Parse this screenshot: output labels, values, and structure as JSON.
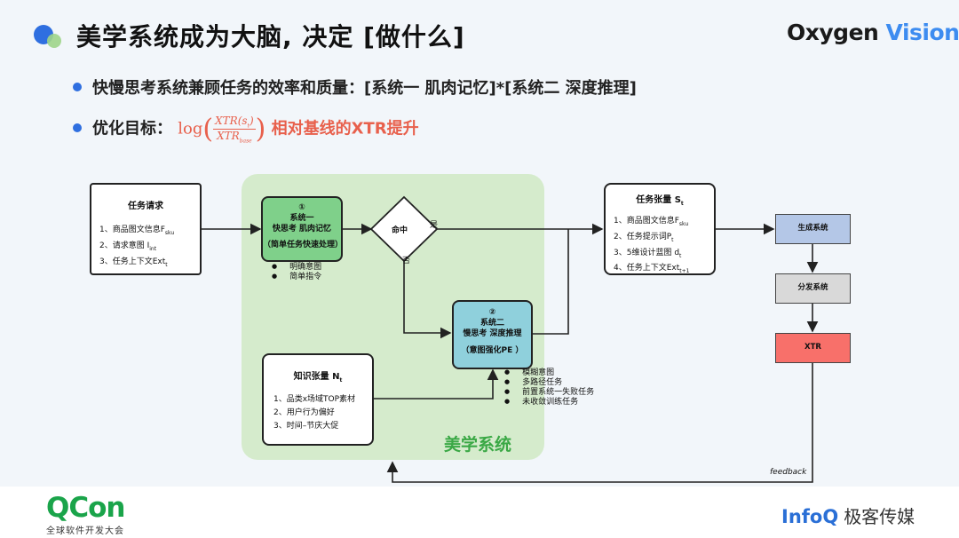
{
  "header": {
    "title": "美学系统成为大脑, 决定 [做什么]",
    "brand_part1": "Oxygen",
    "brand_part2": "Vision"
  },
  "bullets": {
    "b1": "快慢思考系统兼顾任务的效率和质量：[系统一 肌肉记忆]*[系统二 深度推理]",
    "b2_prefix": "优化目标：",
    "b2_log": "log",
    "b2_num": "XTR(s",
    "b2_num_sub": "t",
    "b2_num_tail": ")",
    "b2_den": "XTR",
    "b2_den_sub": "base",
    "b2_suffix": "相对基线的XTR提升"
  },
  "diagram": {
    "task_request": {
      "title": "任务请求",
      "lines": [
        "1、商品图文信息F",
        "2、请求意图 I",
        "3、任务上下文Ext"
      ],
      "subs": [
        "sku",
        "int",
        "t"
      ]
    },
    "system1": {
      "num": "①",
      "name": "系统一",
      "desc": "快思考 肌肉记忆",
      "note": "（简单任务快速处理）",
      "bullets": [
        "明确意图",
        "简单指令"
      ]
    },
    "decision": {
      "label": "命中",
      "yes": "是",
      "no": "否"
    },
    "system2": {
      "num": "②",
      "name": "系统二",
      "desc": "慢思考 深度推理",
      "note": "（意图强化PE ）",
      "bullets": [
        "模糊意图",
        "多路径任务",
        "前置系统一失败任务",
        "未收敛训练任务"
      ]
    },
    "knowledge": {
      "title": "知识张量 N",
      "title_sub": "t",
      "lines": [
        "1、品类x场域TOP素材",
        "2、用户行为偏好",
        "3、时间–节庆大促"
      ]
    },
    "green_label": "美学系统",
    "task_tensor": {
      "title": "任务张量 S",
      "title_sub": "t",
      "lines": [
        "1、商品图文信息F",
        "2、任务提示词P",
        "3、5维设计蓝图 d",
        "4、任务上下文Ext"
      ],
      "subs": [
        "sku",
        "t",
        "t",
        "t+1"
      ]
    },
    "gen_system": "生成系统",
    "dist_system": "分发系统",
    "xtr": "XTR",
    "feedback": "feedback"
  },
  "footer": {
    "qcon": "QCon",
    "qcon_sub": "全球软件开发大会",
    "infoq": "InfoQ",
    "infoq_cn": "极客传媒"
  },
  "colors": {
    "accent_blue": "#2f6fe0",
    "formula_red": "#e8604c",
    "system1_fill": "#7fd08a",
    "system2_fill": "#8fd0dc",
    "gen_fill": "#b4c7e7",
    "dist_fill": "#d9d9d9",
    "xtr_fill": "#f8706a",
    "green_bg": "#d5ebcc"
  }
}
